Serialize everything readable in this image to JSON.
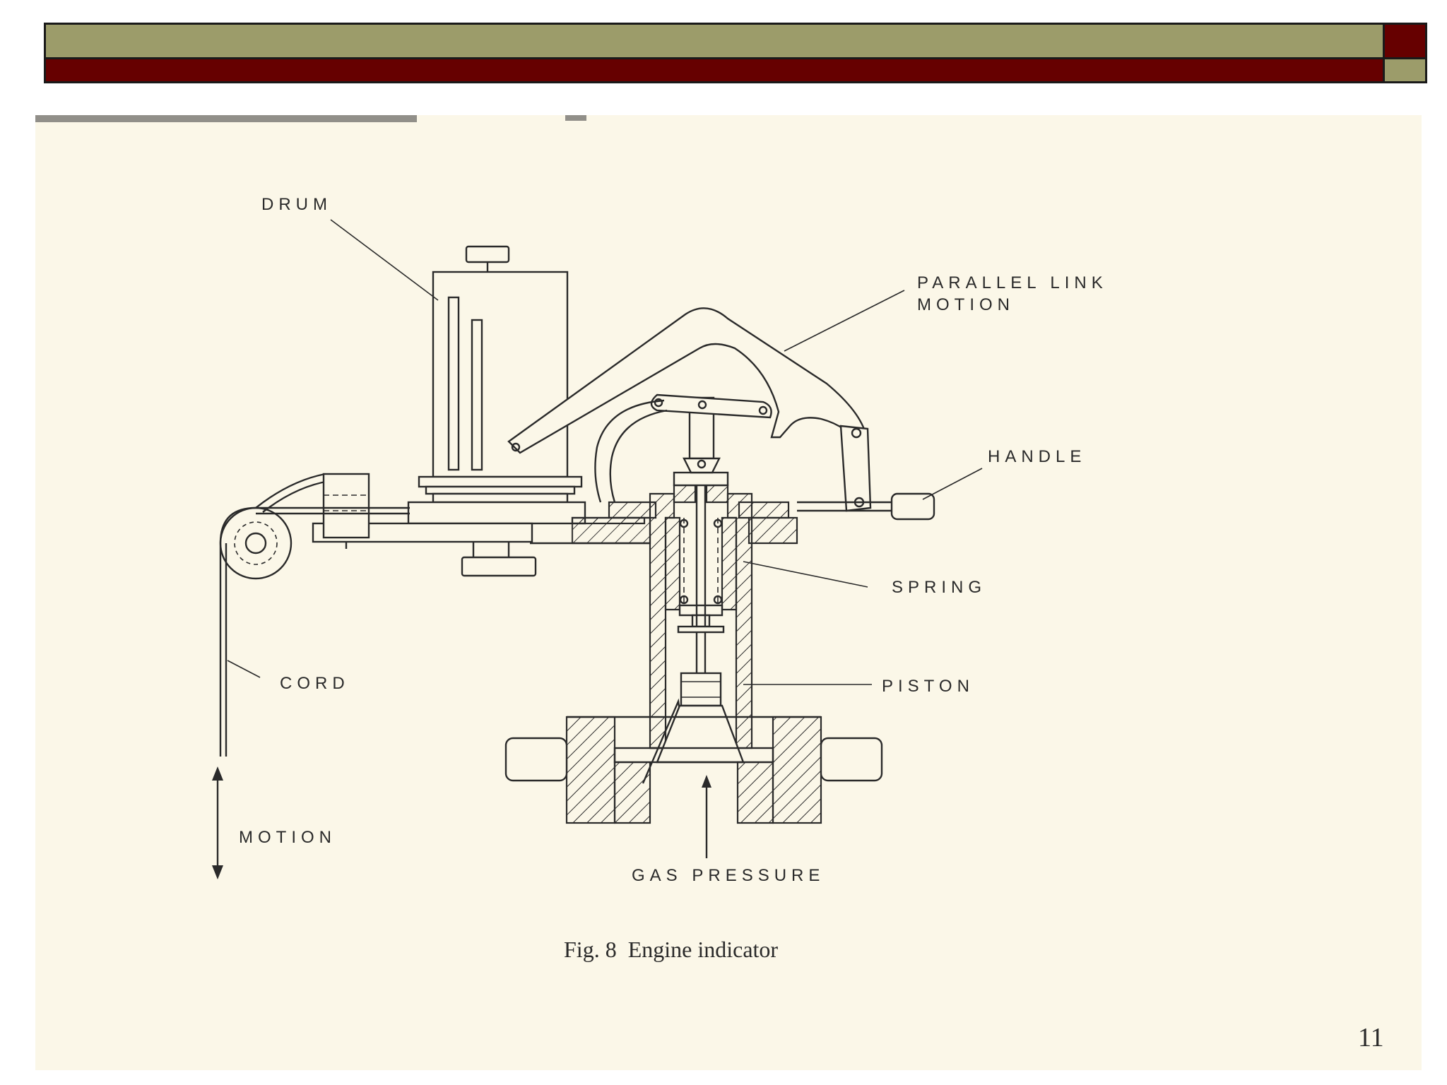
{
  "slide": {
    "page_number": "11"
  },
  "figure": {
    "caption": "Fig. 8  Engine indicator",
    "labels": {
      "drum": "DRUM",
      "parallel_link_motion_1": "PARALLEL LINK",
      "parallel_link_motion_2": "MOTION",
      "handle": "HANDLE",
      "spring": "SPRING",
      "piston": "PISTON",
      "cord": "CORD",
      "motion": "MOTION",
      "gas_pressure": "GAS PRESSURE"
    }
  },
  "colors": {
    "header_olive": "#9c9c6a",
    "header_dark_red": "#660000",
    "paper": "#fbf7e8"
  }
}
